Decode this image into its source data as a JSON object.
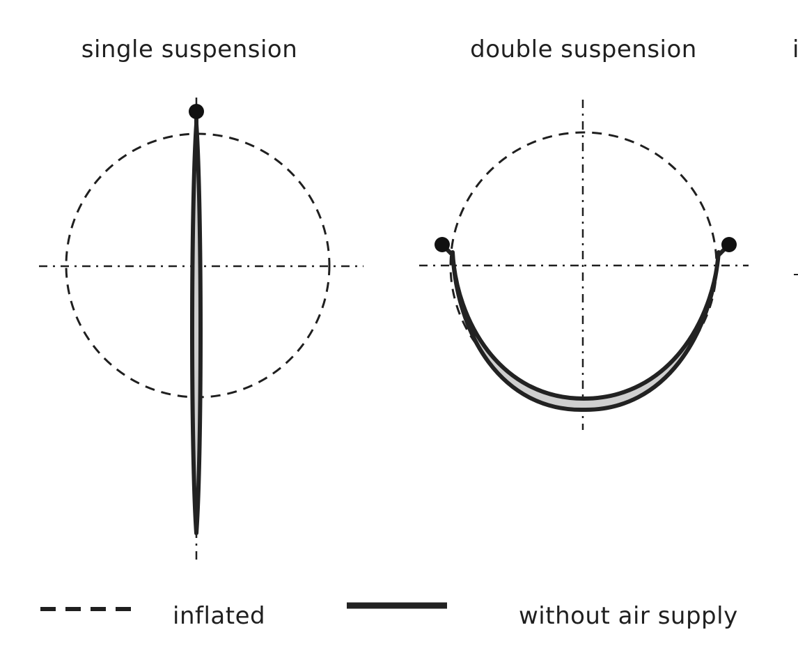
{
  "panels": {
    "single": {
      "title": "single suspension"
    },
    "double": {
      "title": "double suspension"
    },
    "third": {
      "title_fragment": "i"
    }
  },
  "legend": {
    "inflated_label": "inflated",
    "without_air_label": "without air supply"
  },
  "colors": {
    "line": "#222222",
    "fill": "#cfcfcf",
    "background": "#ffffff"
  }
}
